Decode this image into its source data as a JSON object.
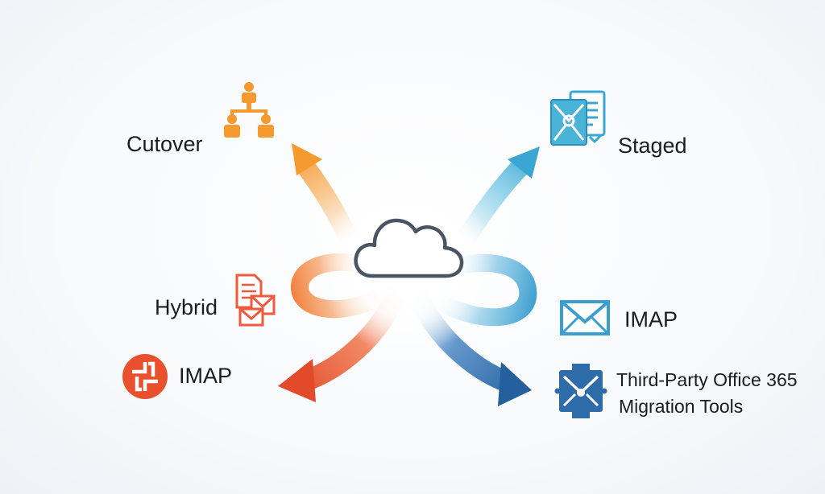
{
  "center": {
    "icon": "cloud-icon"
  },
  "methods": {
    "cutover": {
      "label": "Cutover",
      "icon": "people-hierarchy-icon",
      "color": "#f59a2e"
    },
    "staged": {
      "label": "Staged",
      "icon": "document-mail-icon",
      "color": "#4ab3d8"
    },
    "hybrid": {
      "label": "Hybrid",
      "icon": "documents-mail-icon",
      "color": "#f0694b"
    },
    "imap_left": {
      "label": "IMAP",
      "icon": "imap-logo-icon",
      "color": "#e8502e"
    },
    "imap_right": {
      "label": "IMAP",
      "icon": "envelope-icon",
      "color": "#3b9ed0"
    },
    "third_party": {
      "label_line1": "Third-Party Office 365",
      "label_line2": "Migration Tools",
      "icon": "migration-tool-icon",
      "color": "#2d6ca8"
    }
  }
}
